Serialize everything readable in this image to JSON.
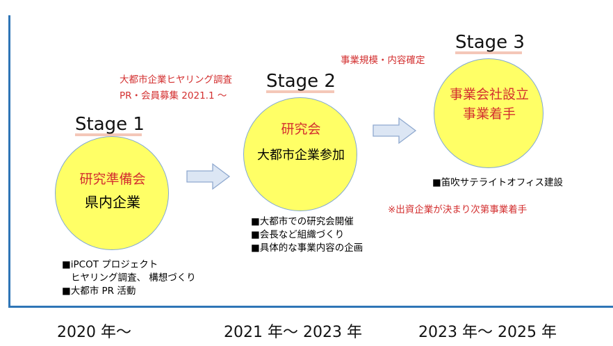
{
  "years": [
    "2020 年〜",
    "2021 年〜 2023 年",
    "2023 年〜 2025 年"
  ],
  "stages": [
    {
      "title": "Stage 1",
      "circle_line1": "研究準備会",
      "circle_line2": "県内企業",
      "notes": [
        "■iPCOT プロジェクト",
        "ヒヤリング調査、 構想づくり",
        "■大都市 PR 活動"
      ]
    },
    {
      "title": "Stage 2",
      "circle_line1": "研究会",
      "circle_line2": "大都市企業参加",
      "notes": [
        "■大都市での研究会開催",
        "■会長など組織づくり",
        "■具体的な事業内容の企画"
      ]
    },
    {
      "title": "Stage 3",
      "circle_line1": "事業会社設立",
      "circle_line2": "事業着手",
      "notes": [
        "■笛吹サテライトオフィス建設"
      ],
      "red_note": "※出資企業が決まり次第事業着手"
    }
  ],
  "annotations": {
    "a1_line1": "大都市企業ヒヤリング調査",
    "a1_line2": "PR・会員募集 2021.1 〜",
    "a2": "事業規模・内容確定"
  },
  "colors": {
    "axis": "#2E75B6",
    "circle_fill": "#FFFF66",
    "circle_border": "#7FA7D3",
    "red_text": "#D32F2F",
    "arrow_fill": "#DCE6F4",
    "arrow_border": "#8FA9CF",
    "title_underline": "#F4C7B8"
  },
  "icons": [
    "arrow-right-icon"
  ]
}
